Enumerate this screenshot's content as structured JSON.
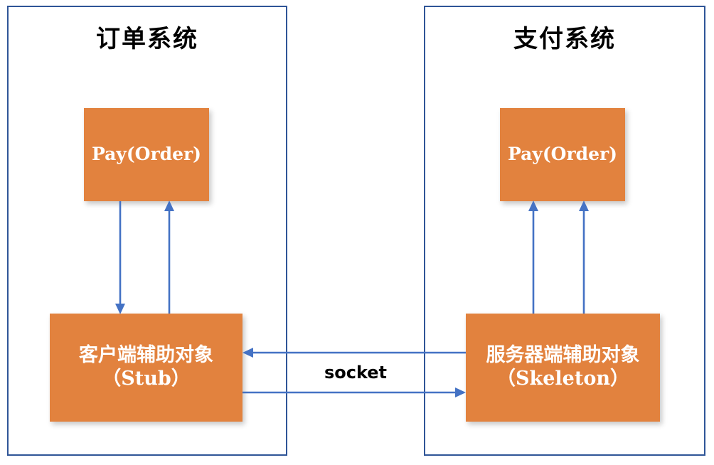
{
  "diagram": {
    "title_semantic": "rpc-stub-skeleton-architecture",
    "background_color": "#ffffff",
    "panel_border_color": "#2F5597",
    "box_fill_color": "#E2823E",
    "box_text_color": "#FFFFFF",
    "arrow_color": "#4472C4",
    "label_text_color": "#000000"
  },
  "panels": [
    {
      "id": "order-system",
      "title": "订单系统",
      "boxes": [
        {
          "id": "order-pay",
          "line1": "Pay(Order)",
          "line2": ""
        },
        {
          "id": "client-stub",
          "line1": "客户端辅助对象",
          "line2": "（Stub）"
        }
      ]
    },
    {
      "id": "payment-system",
      "title": "支付系统",
      "boxes": [
        {
          "id": "payment-pay",
          "line1": "Pay(Order)",
          "line2": ""
        },
        {
          "id": "server-skeleton",
          "line1": "服务器端辅助对象",
          "line2": "（Skeleton）"
        }
      ]
    }
  ],
  "connector_label": {
    "socket": "socket"
  },
  "connectors": [
    {
      "id": "order-pay-to-stub",
      "direction": "down",
      "from": "order-pay",
      "to": "client-stub"
    },
    {
      "id": "stub-to-order-pay",
      "direction": "up",
      "from": "client-stub",
      "to": "order-pay"
    },
    {
      "id": "skeleton-to-payment-pay-left",
      "direction": "up",
      "from": "server-skeleton",
      "to": "payment-pay"
    },
    {
      "id": "skeleton-to-payment-pay-right",
      "direction": "up",
      "from": "server-skeleton",
      "to": "payment-pay"
    },
    {
      "id": "skeleton-to-stub-socket",
      "direction": "left",
      "from": "server-skeleton",
      "to": "client-stub",
      "label": "socket"
    },
    {
      "id": "stub-to-skeleton-socket",
      "direction": "right",
      "from": "client-stub",
      "to": "server-skeleton",
      "label": "socket"
    }
  ]
}
